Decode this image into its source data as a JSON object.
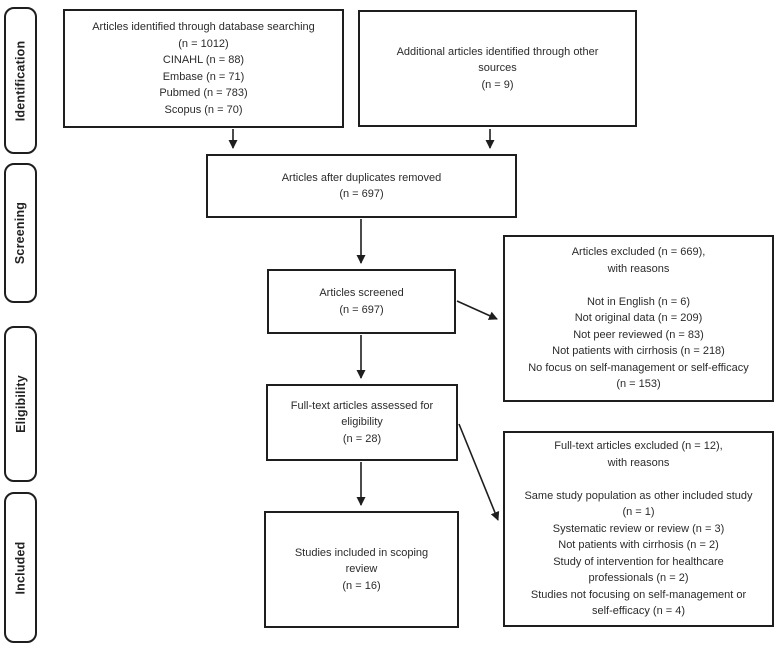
{
  "figure": {
    "type": "prisma-flow-diagram",
    "colors": {
      "border": "#1e1e1e",
      "text": "#2b2b2b",
      "background": "#ffffff"
    },
    "stages": [
      {
        "label": "Identification"
      },
      {
        "label": "Screening"
      },
      {
        "label": "Eligibility"
      },
      {
        "label": "Included"
      }
    ],
    "boxes": {
      "database_search": "Articles identified through database searching\n(n = 1012)\nCINAHL (n = 88)\nEmbase (n = 71)\nPubmed (n = 783)\nScopus (n = 70)",
      "other_sources": "Additional articles identified through other\nsources\n(n = 9)",
      "duplicates_removed": "Articles after duplicates removed\n(n = 697)",
      "screened": "Articles screened\n(n = 697)",
      "excluded_screening": "Articles excluded (n = 669),\nwith reasons\n\nNot in English (n = 6)\nNot original data (n = 209)\nNot peer reviewed (n = 83)\nNot patients with cirrhosis (n = 218)\nNo focus on self-management or self-efficacy\n(n = 153)",
      "fulltext_assessed": "Full-text articles assessed for\neligibility\n(n = 28)",
      "excluded_fulltext": "Full-text articles excluded (n = 12),\nwith reasons\n\nSame study population as other included study\n(n = 1)\nSystematic review or review (n = 3)\nNot patients with cirrhosis (n = 2)\nStudy of intervention for healthcare\nprofessionals (n = 2)\nStudies not focusing on self-management or\nself-efficacy (n = 4)",
      "included_review": "Studies included in scoping\nreview\n(n = 16)"
    }
  }
}
